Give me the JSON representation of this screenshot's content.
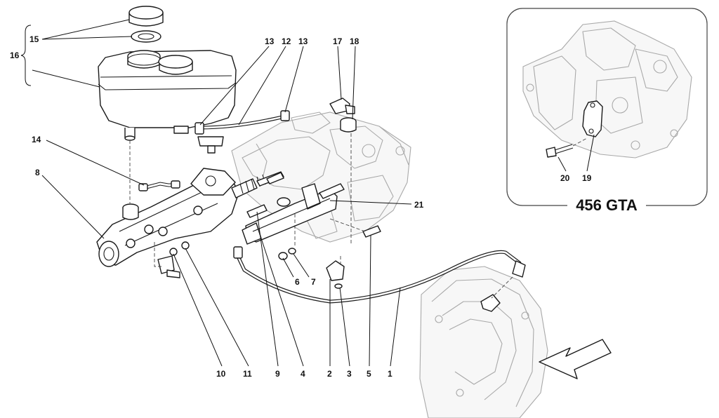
{
  "diagram": {
    "inset_title": "456 GTA",
    "callouts": [
      {
        "id": "c15",
        "text": "15"
      },
      {
        "id": "c16",
        "text": "16"
      },
      {
        "id": "c13a",
        "text": "13"
      },
      {
        "id": "c12",
        "text": "12"
      },
      {
        "id": "c13b",
        "text": "13"
      },
      {
        "id": "c17",
        "text": "17"
      },
      {
        "id": "c18",
        "text": "18"
      },
      {
        "id": "c14",
        "text": "14"
      },
      {
        "id": "c8",
        "text": "8"
      },
      {
        "id": "c21",
        "text": "21"
      },
      {
        "id": "c6",
        "text": "6"
      },
      {
        "id": "c7",
        "text": "7"
      },
      {
        "id": "c10",
        "text": "10"
      },
      {
        "id": "c11",
        "text": "11"
      },
      {
        "id": "c9",
        "text": "9"
      },
      {
        "id": "c4",
        "text": "4"
      },
      {
        "id": "c2",
        "text": "2"
      },
      {
        "id": "c3",
        "text": "3"
      },
      {
        "id": "c5",
        "text": "5"
      },
      {
        "id": "c1",
        "text": "1"
      },
      {
        "id": "c20",
        "text": "20"
      },
      {
        "id": "c19",
        "text": "19"
      }
    ]
  }
}
